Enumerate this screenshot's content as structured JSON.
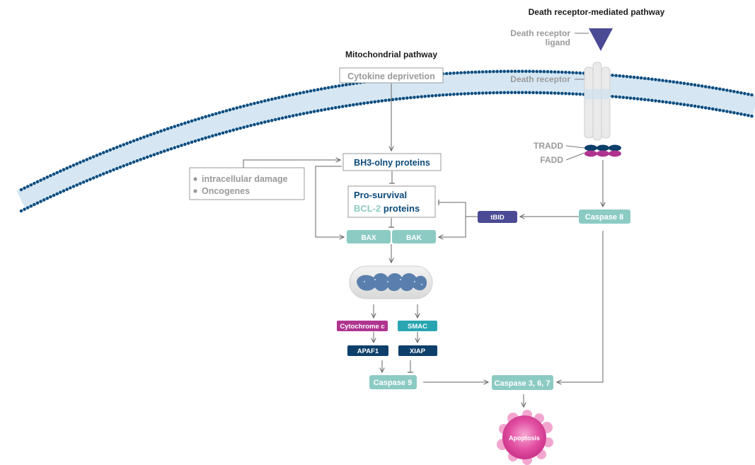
{
  "colors": {
    "dark_blue": "#0a4a7a",
    "teal": "#8ccbc3",
    "gray": "#9a9a9a",
    "magenta": "#b0348f",
    "cyan": "#29a5b1",
    "navy": "#0d3f6b",
    "purple": "#4b4a95",
    "membrane": "#d6e7f3",
    "pink": "#e04fa0"
  },
  "titles": {
    "death_pathway": "Death receptor-mediated pathway",
    "mito_pathway": "Mitochondrial pathway"
  },
  "labels": {
    "death_receptor_ligand_line1": "Death receptor",
    "death_receptor_ligand_line2": "ligand",
    "death_receptor": "Death receptor",
    "tradd": "TRADD",
    "fadd": "FADD",
    "cytokine": "Cytokine deprivetion",
    "bh3": "BH3-olny proteins",
    "damage_1": "intracellular damage",
    "damage_2": "Oncogenes",
    "prosurvival_1": "Pro-survival",
    "prosurvival_2a": "BCL-2",
    "prosurvival_2b": " proteins",
    "bax": "BAX",
    "bak": "BAK",
    "tbid": "tBID",
    "caspase8": "Caspase 8",
    "cytochrome": "Cytochrome c",
    "smac": "SMAC",
    "apaf1": "APAF1",
    "xiap": "XIAP",
    "caspase9": "Caspase 9",
    "caspase367": "Caspase 3, 6, 7",
    "apoptosis": "Apoptosis"
  }
}
